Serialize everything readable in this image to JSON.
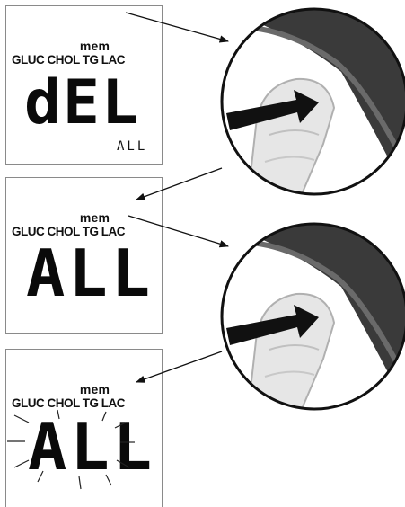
{
  "panels": [
    {
      "mem": "mem",
      "modes": "GLUC CHOL TG LAC",
      "display": "dEL",
      "sub": "ALL"
    },
    {
      "mem": "mem",
      "modes": "GLUC CHOL TG LAC",
      "display": "ALL"
    },
    {
      "mem": "mem",
      "modes": "GLUC CHOL TG LAC",
      "display": "ALL"
    }
  ],
  "illustrations": [
    {
      "icon": "finger-pressing-button-icon"
    },
    {
      "icon": "finger-pressing-button-icon"
    }
  ],
  "colors": {
    "ink": "#111111",
    "frame": "#8a8a8a",
    "device": "#3a3a3a",
    "finger": "#e6e6e6"
  }
}
